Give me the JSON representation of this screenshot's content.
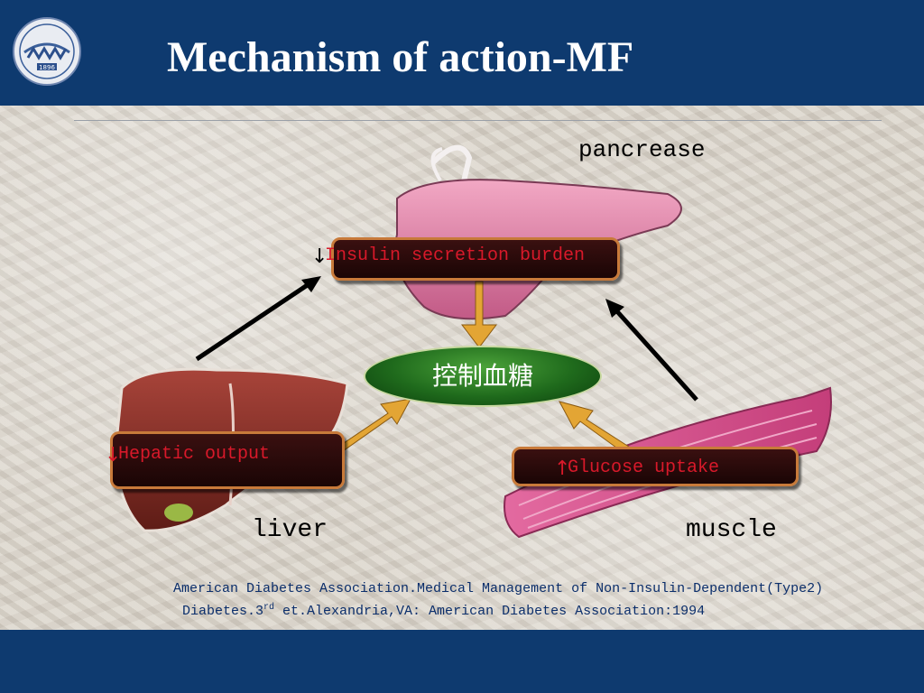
{
  "header": {
    "title": "Mechanism of action-MF",
    "logo_text": "1896"
  },
  "organs": {
    "pancreas": "pancrease",
    "liver": "liver",
    "muscle": "muscle"
  },
  "effects": {
    "pancreas": {
      "arrow": "↓",
      "text": "Insulin secretion burden"
    },
    "liver": {
      "arrow": "↓",
      "text": "Hepatic output"
    },
    "muscle": {
      "arrow": "↑",
      "text": "Glucose uptake"
    }
  },
  "center": {
    "text": "控制血糖"
  },
  "reference": {
    "line1": "American Diabetes Association.Medical Management of Non-Insulin-Dependent(Type2)",
    "line2_pre": "Diabetes.3",
    "line2_sup": "rd",
    "line2_post": " et.Alexandria,VA: American Diabetes Association:1994"
  },
  "colors": {
    "band": "#0e3a6f",
    "effect_text": "#d8192a",
    "center_fill": "#1f6a1c",
    "reference_text": "#0b2e6b"
  }
}
